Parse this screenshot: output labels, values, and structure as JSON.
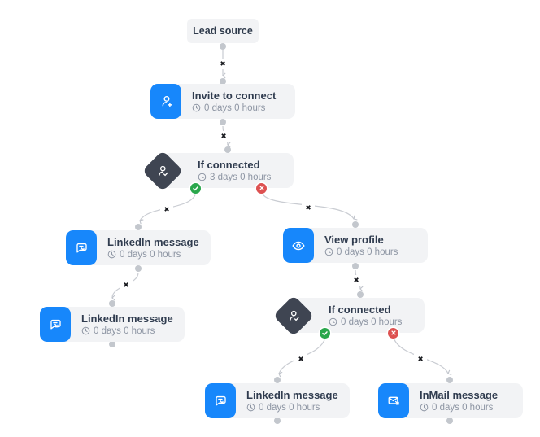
{
  "workflow": {
    "lead_source": {
      "label": "Lead source"
    },
    "nodes": {
      "invite": {
        "title": "Invite to connect",
        "delay": "0 days 0 hours",
        "icon": "person-add-icon",
        "type": "action"
      },
      "if_connected_1": {
        "title": "If connected",
        "delay": "3 days 0 hours",
        "icon": "person-check-icon",
        "type": "condition"
      },
      "linkedin_msg_1": {
        "title": "LinkedIn message",
        "delay": "0 days 0 hours",
        "icon": "chat-bubble-arrow-icon",
        "type": "action"
      },
      "linkedin_msg_2": {
        "title": "LinkedIn message",
        "delay": "0 days 0 hours",
        "icon": "chat-bubble-arrow-icon",
        "type": "action"
      },
      "view_profile": {
        "title": "View profile",
        "delay": "0 days 0 hours",
        "icon": "eye-icon",
        "type": "action"
      },
      "if_connected_2": {
        "title": "If connected",
        "delay": "0 days 0 hours",
        "icon": "person-check-icon",
        "type": "condition"
      },
      "linkedin_msg_3": {
        "title": "LinkedIn message",
        "delay": "0 days 0 hours",
        "icon": "chat-bubble-arrow-icon",
        "type": "action"
      },
      "inmail_msg": {
        "title": "InMail message",
        "delay": "0 days 0 hours",
        "icon": "envelope-arrow-icon",
        "type": "action"
      }
    },
    "glyphs": {
      "x_marker": "✖"
    },
    "colors": {
      "accent_blue": "#1787fb",
      "condition_dark": "#3f4552",
      "node_background": "#f2f3f5",
      "title_text": "#303c4f",
      "subtitle_text": "#8d95a3",
      "connector": "#c9ccd2",
      "port_dot": "#c3c7cd",
      "branch_yes": "#2aa74c",
      "branch_no": "#dd5151",
      "x_marker": "#15171c"
    }
  }
}
